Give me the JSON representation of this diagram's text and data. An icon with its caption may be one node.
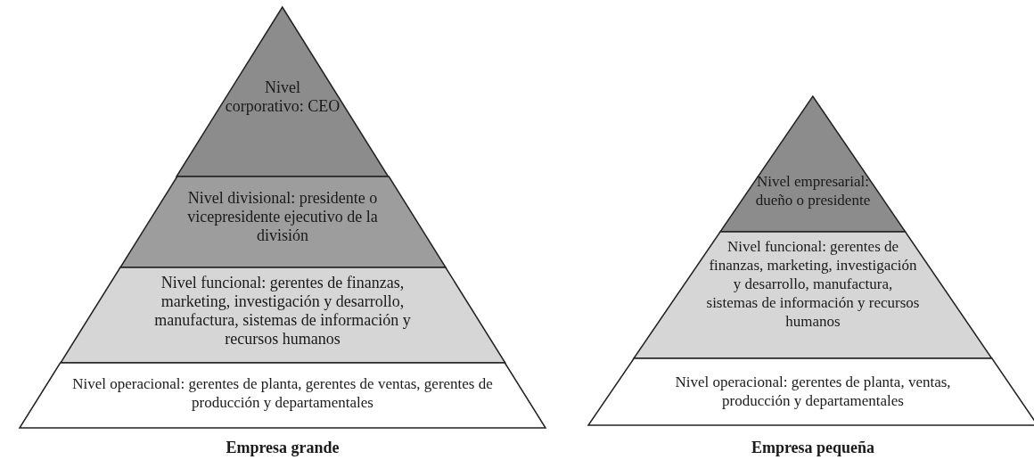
{
  "diagram": {
    "nodes": [
      {
        "text": [
          "Nivel corporativo: CEO"
        ]
      },
      {
        "text": [
          "Nivel divisional: presidente o vicepresidente ejecutivo de la división"
        ]
      },
      {
        "text": [
          "Nivel funcional: gerentes de finanzas, marketing, investigación y desarrollo, manufactura, sistemas de información y recursos humanos"
        ]
      },
      {
        "text": [
          "Nivel operacional: gerentes de planta, gerentes de ventas, gerentes de producción y departamentales"
        ]
      },
      {
        "text": [
          "Nivel empresarial: dueño o presidente"
        ]
      },
      {
        "text": [
          "Nivel funcional: gerentes de finanzas, marketing, investigación y desarrollo, manufactura, sistemas de información y recursos humanos"
        ]
      },
      {
        "text": [
          "Nivel operacional: gerentes de planta, ventas, producción y departamentales"
        ]
      }
    ],
    "edges": [],
    "labels": [
      "Empresa grande",
      "Empresa pequeña"
    ]
  }
}
